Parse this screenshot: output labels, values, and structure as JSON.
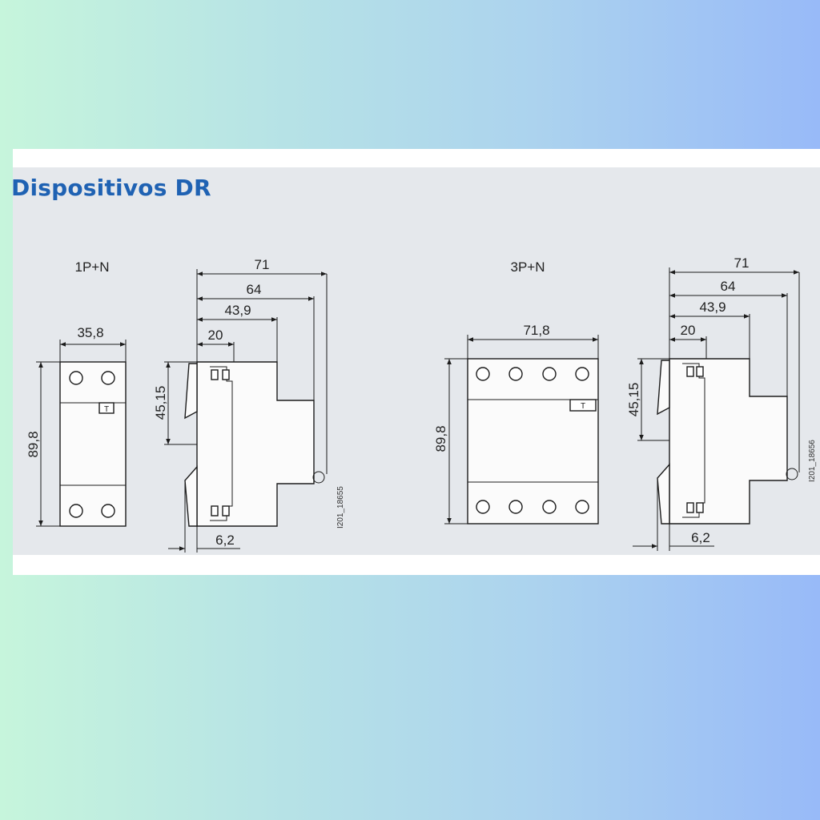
{
  "title": "Dispositivos DR",
  "left_device": {
    "label": "1P+N",
    "front": {
      "width": "35,8",
      "height": "89,8",
      "test_button": "T"
    },
    "side": {
      "d71": "71",
      "d64": "64",
      "d43": "43,9",
      "d20": "20",
      "d45": "45,15",
      "d6": "6,2"
    },
    "code": "I201_18655"
  },
  "right_device": {
    "label": "3P+N",
    "front": {
      "width": "71,8",
      "height": "89,8",
      "test_button": "T"
    },
    "side": {
      "d71": "71",
      "d64": "64",
      "d43": "43,9",
      "d20": "20",
      "d45": "45,15",
      "d6": "6,2"
    },
    "code": "I201_18656"
  },
  "colors": {
    "title": "#1f62b3",
    "panel": "#e5e8ec"
  }
}
